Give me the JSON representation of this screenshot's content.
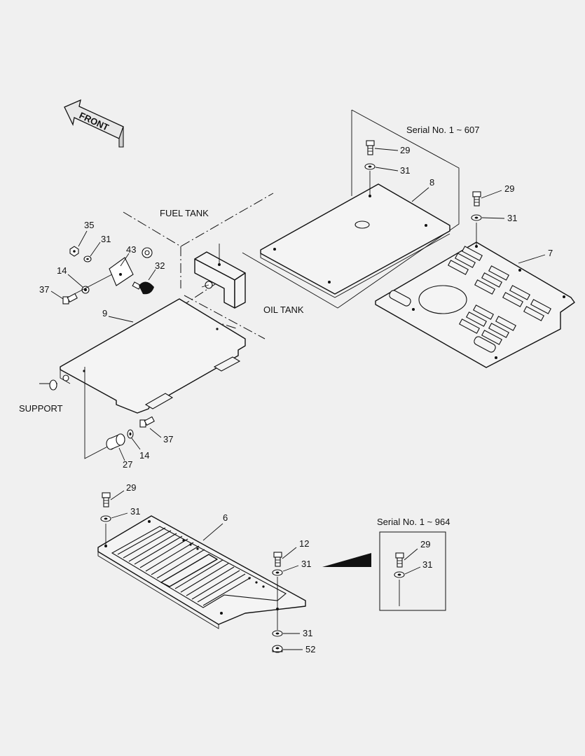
{
  "front_arrow": {
    "label": "FRONT"
  },
  "zones": {
    "fuel_tank": "FUEL TANK",
    "oil_tank": "OIL TANK",
    "support": "SUPPORT"
  },
  "serial_notes": {
    "upper": "Serial No. 1 ~ 607",
    "lower": "Serial No. 1 ~ 964"
  },
  "part_numbers": {
    "p29_a": "29",
    "p31_a": "31",
    "p8": "8",
    "p29_b": "29",
    "p31_b": "31",
    "p7": "7",
    "p35": "35",
    "p31_c": "31",
    "p43": "43",
    "p32": "32",
    "p14_a": "14",
    "p37_a": "37",
    "p9": "9",
    "p37_b": "37",
    "p14_b": "14",
    "p27": "27",
    "p29_c": "29",
    "p31_d": "31",
    "p6": "6",
    "p12": "12",
    "p31_e": "31",
    "p31_f": "31",
    "p52": "52",
    "p29_d": "29",
    "p31_g": "31"
  }
}
